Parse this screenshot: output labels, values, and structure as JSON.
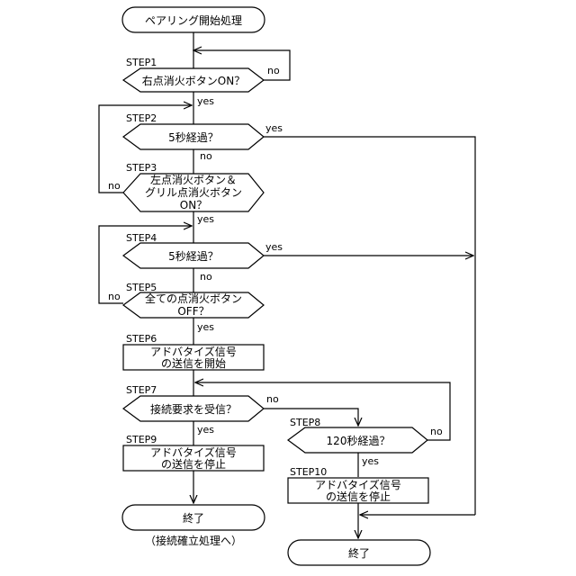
{
  "start": {
    "label": "ペアリング開始処理"
  },
  "steps": {
    "s1": {
      "step": "STEP1",
      "text": "右点消火ボタンON？"
    },
    "s2": {
      "step": "STEP2",
      "text": "5秒経過？"
    },
    "s3": {
      "step": "STEP3",
      "line1": "左点消火ボタン＆",
      "line2": "グリル点消火ボタン",
      "line3": "ON？"
    },
    "s4": {
      "step": "STEP4",
      "text": "5秒経過？"
    },
    "s5": {
      "step": "STEP5",
      "line1": "全ての点消火ボタン",
      "line2": "OFF？"
    },
    "s6": {
      "step": "STEP6",
      "line1": "アドバタイズ信号",
      "line2": "の送信を開始"
    },
    "s7": {
      "step": "STEP7",
      "text": "接続要求を受信？"
    },
    "s8": {
      "step": "STEP8",
      "text": "120秒経過？"
    },
    "s9": {
      "step": "STEP9",
      "line1": "アドバタイズ信号",
      "line2": "の送信を停止"
    },
    "s10": {
      "step": "STEP10",
      "line1": "アドバタイズ信号",
      "line2": "の送信を停止"
    }
  },
  "end_left": {
    "label": "終了",
    "note": "（接続確立処理へ）"
  },
  "end_right": {
    "label": "終了"
  },
  "branch": {
    "yes": "yes",
    "no": "no"
  }
}
